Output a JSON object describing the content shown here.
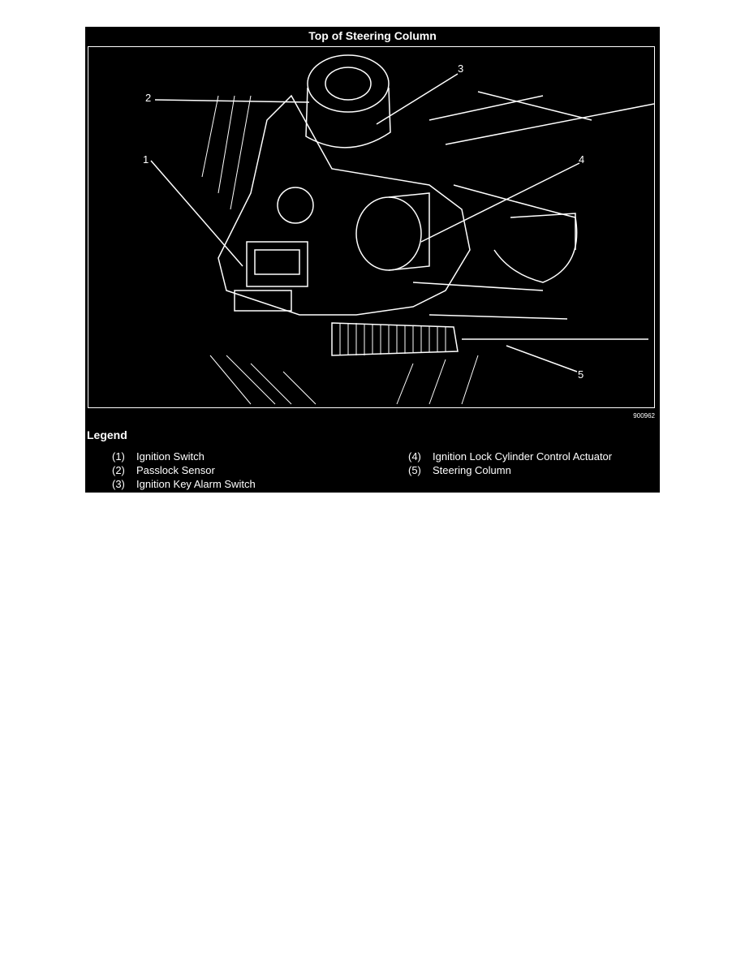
{
  "figure": {
    "title": "Top of Steering Column",
    "image_code": "900962",
    "callouts": [
      "1",
      "2",
      "3",
      "4",
      "5"
    ]
  },
  "legend": {
    "title": "Legend",
    "items": [
      {
        "num": "(1)",
        "label": "Ignition Switch"
      },
      {
        "num": "(2)",
        "label": "Passlock Sensor"
      },
      {
        "num": "(3)",
        "label": "Ignition Key Alarm Switch"
      },
      {
        "num": "(4)",
        "label": "Ignition Lock Cylinder Control Actuator"
      },
      {
        "num": "(5)",
        "label": "Steering Column"
      }
    ]
  }
}
